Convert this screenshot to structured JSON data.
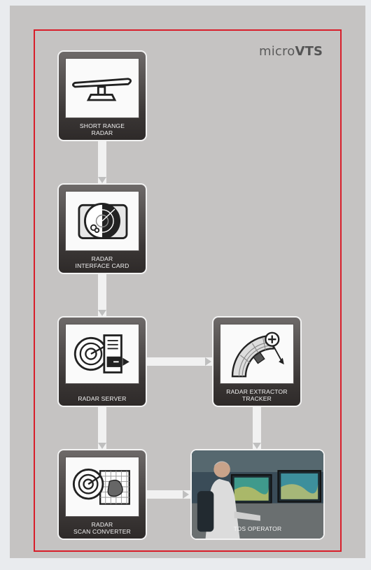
{
  "brand": {
    "prefix": "micro",
    "suffix": "VTS"
  },
  "colors": {
    "frame": "#d81e2a",
    "panel": "#c5c3c2",
    "box": "#3b3736",
    "connector": "#f1f1f1"
  },
  "nodes": {
    "short_range_radar": {
      "label": "SHORT RANGE\nRADAR",
      "icon": "radar-antenna-icon"
    },
    "radar_interface_card": {
      "label": "RADAR\nINTERFACE CARD",
      "icon": "radar-interface-card-icon"
    },
    "radar_server": {
      "label": "RADAR SERVER",
      "icon": "radar-server-icon"
    },
    "radar_extractor_tracker": {
      "label": "RADAR EXTRACTOR\nTRACKER",
      "icon": "radar-extractor-icon"
    },
    "radar_scan_converter": {
      "label": "RADAR\nSCAN CONVERTER",
      "icon": "scan-converter-icon"
    },
    "tds_operator": {
      "label": "TDS OPERATOR",
      "icon": "operator-photo"
    }
  }
}
